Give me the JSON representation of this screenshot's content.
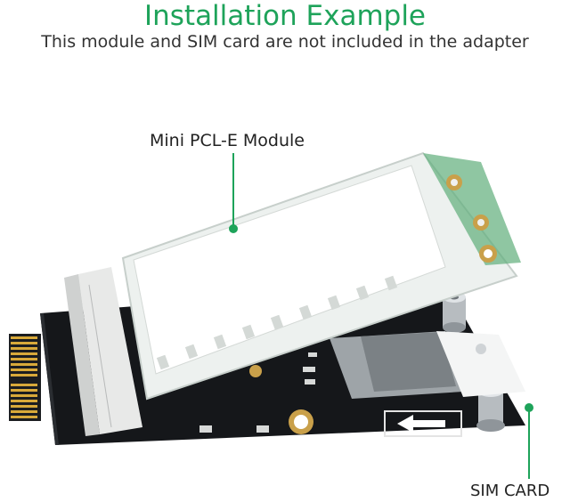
{
  "header": {
    "title": "Installation Example",
    "subtitle": "This module and SIM card are not included in the adapter"
  },
  "callouts": {
    "module_label": "Mini PCL-E Module",
    "sim_label": "SIM CARD"
  },
  "colors": {
    "accent_green": "#1ea35a",
    "pcb_black": "#15171a",
    "gold_contacts": "#d8a93a",
    "module_white": "#f2f4f3"
  }
}
